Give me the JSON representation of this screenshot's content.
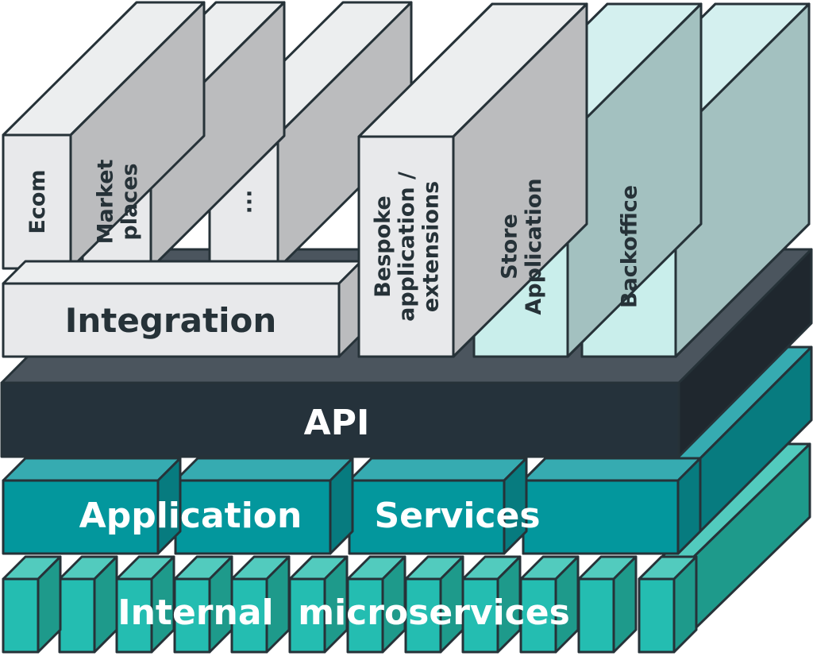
{
  "title": "Platform architecture stack",
  "colors": {
    "outline": "#263238",
    "grey_front": "#e8e9eb",
    "grey_top": "#eceeef",
    "grey_side": "#bbbcbe",
    "mint_front": "#c9eeeb",
    "mint_top": "#d4f0ef",
    "mint_side": "#a3c1c0",
    "api_front": "#25323b",
    "api_top": "#4b555e",
    "api_side": "#1f272e",
    "app_front": "#03979d",
    "app_top": "#36abb1",
    "app_side": "#077b7f",
    "micro_front": "#24bdb1",
    "micro_top": "#52cbbe",
    "micro_side": "#1e9a8b",
    "dark_text": "#263238",
    "light_text": "#ffffff"
  },
  "top_blocks": [
    {
      "id": "ecom",
      "lines": [
        "Ecom"
      ],
      "theme": "grey"
    },
    {
      "id": "marketplaces",
      "lines": [
        "Market",
        "places"
      ],
      "theme": "grey"
    },
    {
      "id": "more",
      "lines": [
        "..."
      ],
      "theme": "grey"
    },
    {
      "id": "bespoke",
      "lines": [
        "Bespoke",
        "application /",
        "extensions"
      ],
      "theme": "grey"
    },
    {
      "id": "store-application",
      "lines": [
        "Store",
        "Application"
      ],
      "theme": "mint"
    },
    {
      "id": "backoffice",
      "lines": [
        "Backoffice"
      ],
      "theme": "mint"
    }
  ],
  "layers": {
    "integration": {
      "label": "Integration"
    },
    "api": {
      "label": "API"
    },
    "application_services": {
      "label_left": "Application",
      "label_right": "Services",
      "block_count": 4
    },
    "internal_microservices": {
      "label": "Internal  microservices",
      "block_count": 12
    }
  }
}
